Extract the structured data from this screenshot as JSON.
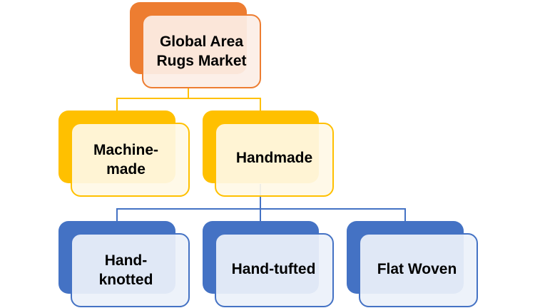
{
  "diagram": {
    "type": "hierarchy",
    "root": {
      "label": "Global Area Rugs Market",
      "line1": "Global Area",
      "line2": "Rugs Market",
      "color": "#ED7D31"
    },
    "level1": {
      "color": "#FFC000",
      "nodes": [
        {
          "label": "Machine-made",
          "line1": "Machine-",
          "line2": "made"
        },
        {
          "label": "Handmade",
          "line1": "Handmade",
          "line2": ""
        }
      ]
    },
    "level2": {
      "parent": "Handmade",
      "color": "#4472C4",
      "nodes": [
        {
          "label": "Hand-knotted",
          "line1": "Hand-",
          "line2": "knotted"
        },
        {
          "label": "Hand-tufted",
          "line1": "Hand-tufted",
          "line2": ""
        },
        {
          "label": "Flat Woven",
          "line1": "Flat Woven",
          "line2": ""
        }
      ]
    }
  }
}
